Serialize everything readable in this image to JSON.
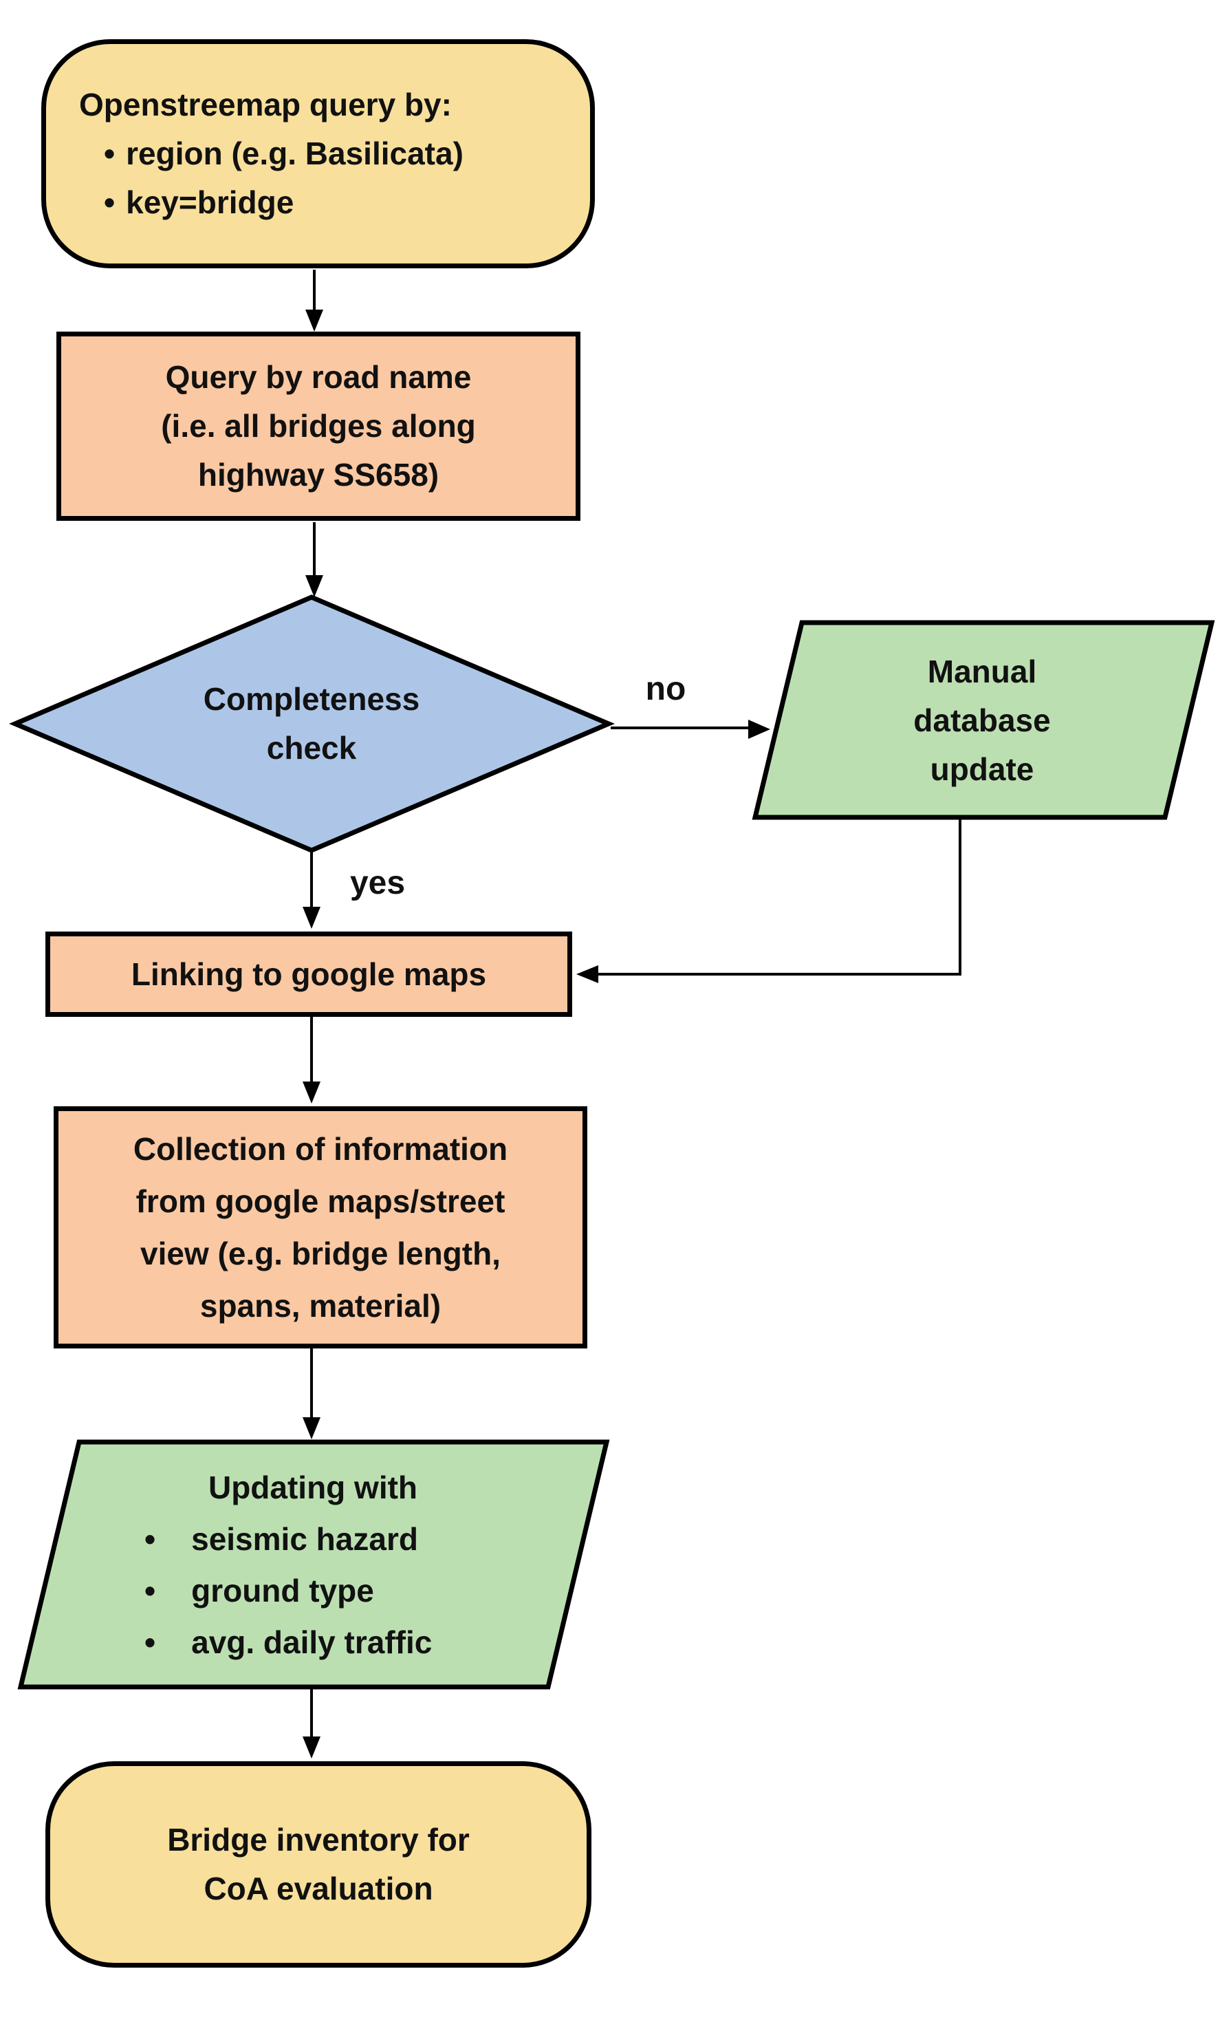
{
  "flowchart": {
    "start": {
      "title": "Openstreemap query by:",
      "bullets": [
        "region (e.g. Basilicata)",
        "key=bridge"
      ]
    },
    "query_road": {
      "lines": [
        "Query by road name",
        "(i.e. all bridges along",
        "highway SS658)"
      ]
    },
    "decision": {
      "lines": [
        "Completeness",
        "check"
      ]
    },
    "labels": {
      "no": "no",
      "yes": "yes"
    },
    "manual_update": {
      "lines": [
        "Manual",
        "database",
        "update"
      ]
    },
    "linking": {
      "lines": [
        "Linking to google maps"
      ]
    },
    "collection": {
      "lines": [
        "Collection of information",
        "from google maps/street",
        "view (e.g. bridge length,",
        "spans, material)"
      ]
    },
    "updating": {
      "title": "Updating with",
      "bullets": [
        "seismic hazard",
        "ground type",
        "avg. daily traffic"
      ]
    },
    "end": {
      "lines": [
        "Bridge inventory for",
        "CoA evaluation"
      ]
    },
    "colors": {
      "terminator_fill": "#F8DF9B",
      "process_fill": "#FAC8A2",
      "decision_fill": "#ADC6E8",
      "data_fill": "#BCDFB2",
      "outline": "#000000",
      "arrow": "#000000",
      "text": "#111111",
      "background": "#FFFFFF"
    }
  }
}
